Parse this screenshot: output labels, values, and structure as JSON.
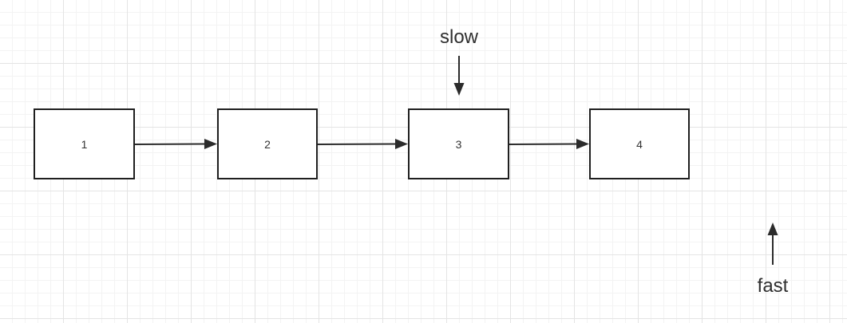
{
  "diagram": {
    "nodes": [
      {
        "id": "n1",
        "label": "1"
      },
      {
        "id": "n2",
        "label": "2"
      },
      {
        "id": "n3",
        "label": "3"
      },
      {
        "id": "n4",
        "label": "4"
      }
    ],
    "edges": [
      {
        "from": "n1",
        "to": "n2"
      },
      {
        "from": "n2",
        "to": "n3"
      },
      {
        "from": "n3",
        "to": "n4"
      }
    ],
    "pointers": {
      "slow": {
        "label": "slow",
        "target": "n3"
      },
      "fast": {
        "label": "fast"
      }
    }
  }
}
